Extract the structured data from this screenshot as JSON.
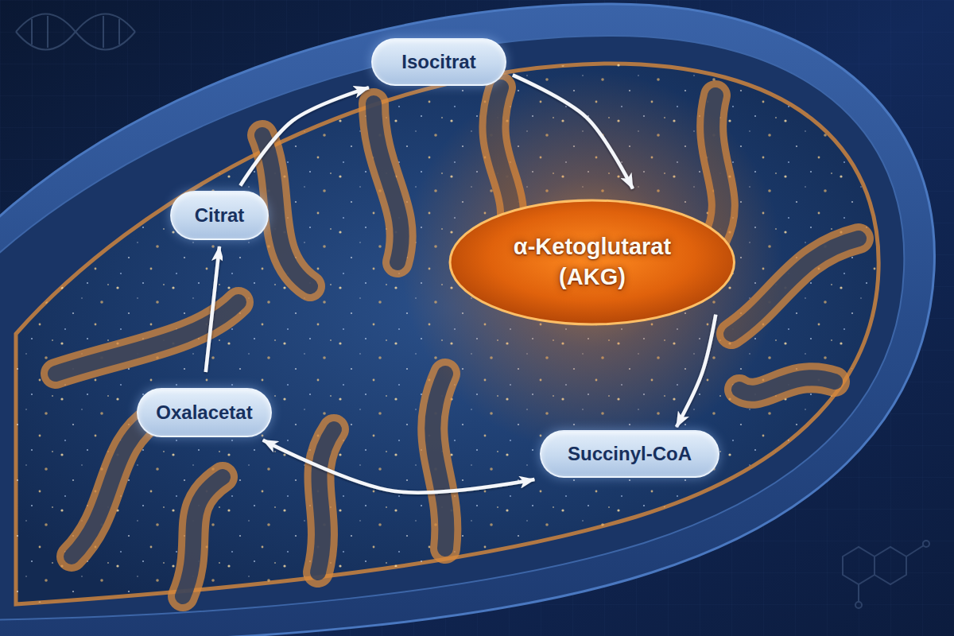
{
  "diagram": {
    "nodes": [
      {
        "text": [
          "Isocitrat"
        ]
      },
      {
        "text": [
          "Citrat"
        ]
      },
      {
        "text": [
          "α-Ketoglutarat (AKG)"
        ]
      },
      {
        "text": [
          "Oxalacetat"
        ]
      },
      {
        "text": [
          "Succinyl-CoA"
        ]
      }
    ],
    "edges": [
      {
        "from": 1,
        "to": 0,
        "arrow": "to"
      },
      {
        "from": 0,
        "to": 2,
        "arrow": "to"
      },
      {
        "from": 2,
        "to": 4,
        "arrow": "to"
      },
      {
        "from": 3,
        "to": 4,
        "arrow": "both"
      },
      {
        "from": 3,
        "to": 1,
        "arrow": "to"
      }
    ]
  }
}
